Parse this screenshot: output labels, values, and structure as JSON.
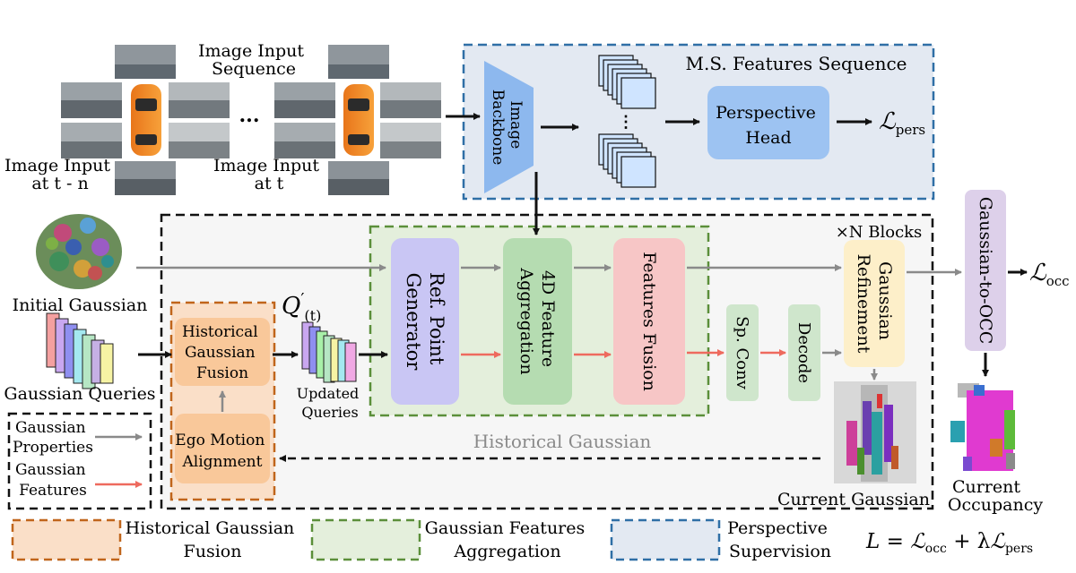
{
  "labels": {
    "image_input_sequence": [
      "Image Input",
      "Sequence"
    ],
    "image_input_t_n": [
      "Image Input",
      "at t - n"
    ],
    "image_input_t": [
      "Image Input",
      "at t"
    ],
    "ellipsis": "...",
    "ms_features_sequence": "M.S. Features Sequence",
    "image_backbone": [
      "Image",
      "Backbone"
    ],
    "perspective_head": [
      "Perspective",
      "Head"
    ],
    "loss_pers": "pers",
    "loss_occ": "occ",
    "n_blocks": "×N Blocks",
    "initial_gaussian": "Initial Gaussian",
    "gaussian_queries": "Gaussian Queries",
    "historical_gaussian_fusion": [
      "Historical",
      "Gaussian",
      "Fusion"
    ],
    "ego_motion_alignment": [
      "Ego Motion",
      "Alignment"
    ],
    "q_symbol": "Q",
    "q_prime": "′",
    "q_sub": "(t)",
    "updated_queries": [
      "Updated",
      "Queries"
    ],
    "ref_point_generator": [
      "Ref. Point",
      "Generator"
    ],
    "feature_aggregation_4d": [
      "4D Feature",
      "Aggregation"
    ],
    "features_fusion": "Features Fusion",
    "sp_conv": "Sp. Conv",
    "decode": "Decode",
    "gaussian_refinement": [
      "Gaussian",
      "Refinement"
    ],
    "gaussian_to_occ": "Gaussian-to-OCC",
    "historical_gaussian": "Historical Gaussian",
    "current_gaussian": "Current Gaussian",
    "current_occupancy": [
      "Current",
      "Occupancy"
    ],
    "legend_gaussian_properties": [
      "Gaussian",
      "Properties"
    ],
    "legend_gaussian_features": [
      "Gaussian",
      "Features"
    ],
    "bottom_legend": {
      "historical_fusion": [
        "Historical Gaussian",
        "Fusion"
      ],
      "features_aggregation": [
        "Gaussian Features",
        "Aggregation"
      ],
      "perspective_supervision": [
        "Perspective",
        "Supervision"
      ]
    },
    "total_loss": {
      "lhs": "L",
      "eq": " = ",
      "occ": "occ",
      "plus": " + λ",
      "pers": "pers"
    }
  },
  "colors": {
    "orange_dash": "#c0651b",
    "orange_fill": "#fadfc8",
    "orange_box": "#f9c89a",
    "green_dash": "#5b8f3a",
    "green_fill": "#e4efdc",
    "green_box": "#b5dcb1",
    "blue_dash": "#2f6fa6",
    "blue_fill": "#e3e9f2",
    "blue_box": "#9dc3f2",
    "purple_box": "#c9c6f4",
    "pink_box": "#f7c6c6",
    "refine_box": "#fdefc9",
    "occ_box": "#ddd0ea",
    "grey_arrow": "#8a8a8a",
    "red_arrow": "#ee6a5e"
  }
}
